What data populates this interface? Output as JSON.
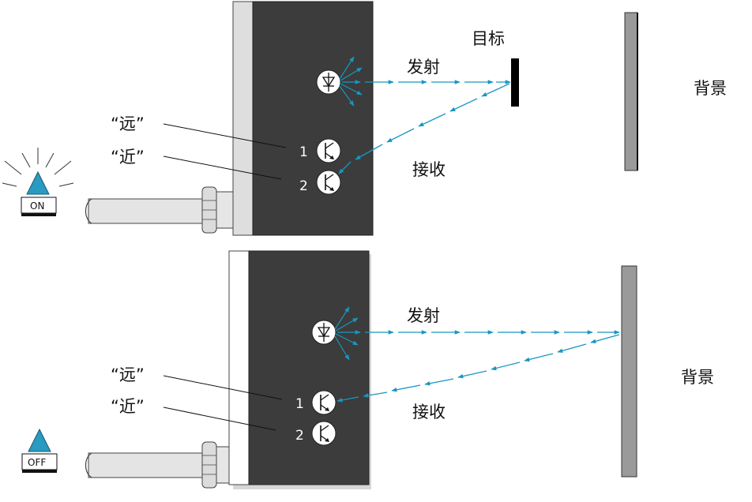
{
  "top_panel": {
    "emit_label": "发射",
    "receive_label": "接收",
    "target_label": "目标",
    "background_label": "背景",
    "far_label": "“远”",
    "near_label": "“近”",
    "receiver_1_label": "1",
    "receiver_2_label": "2",
    "indicator_label": "ON",
    "indicator_state": "on"
  },
  "bottom_panel": {
    "emit_label": "发射",
    "receive_label": "接收",
    "background_label": "背景",
    "far_label": "“远”",
    "near_label": "“近”",
    "receiver_1_label": "1",
    "receiver_2_label": "2",
    "indicator_label": "OFF",
    "indicator_state": "off"
  },
  "colors": {
    "sensor_body": "#3c3c3c",
    "sensor_face": "#dedede",
    "beam": "#1897c1",
    "indicator": "#2a9ac0",
    "background_plate": "#9a9a9a",
    "target": "#000000"
  }
}
